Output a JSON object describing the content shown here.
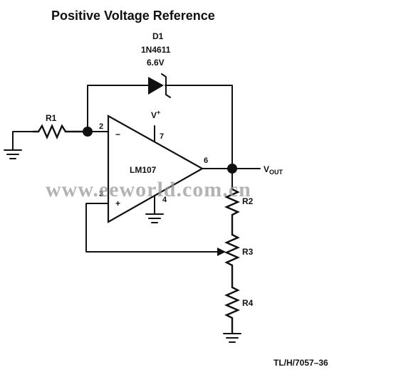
{
  "title": "Positive Voltage Reference",
  "diode": {
    "ref": "D1",
    "part": "1N4611",
    "voltage": "6.6V"
  },
  "opamp": {
    "part": "LM107",
    "pin_inverting": "2",
    "pin_noninverting": "3",
    "pin_output": "6",
    "pin_supply": "7",
    "pin_ground": "4",
    "sign_minus": "−",
    "sign_plus": "+",
    "supply_label": "V",
    "supply_sup": "+"
  },
  "output": {
    "label_main": "V",
    "label_sub": "OUT"
  },
  "resistors": {
    "r1": "R1",
    "r2": "R2",
    "r3": "R3",
    "r4": "R4"
  },
  "watermark": "www.eeworld.com.cn",
  "figure_id": "TL/H/7057–36"
}
